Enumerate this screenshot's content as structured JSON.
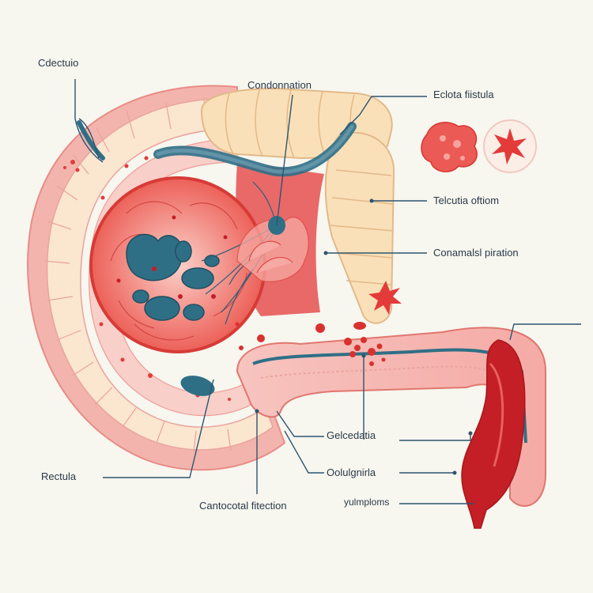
{
  "labels": {
    "cdectuio": "Cdectuio",
    "condonnation": "Condonnation",
    "eclota_fistula": "Eclota fiistula",
    "telcutia_oftiom": "Telcutia oftiom",
    "conamalsl_piration": "Conamalsl piration",
    "gelcedatia": "Gelcedatia",
    "oolulgnirla": "Oolulgnirla",
    "yulmploms": "yulmploms",
    "rectula": "Rectula",
    "cantocotal_fitection": "Cantocotal fitection"
  },
  "colors": {
    "background": "#f7f6ef",
    "tissue_pink": "#f4b7b3",
    "tissue_cream": "#fbe6d0",
    "red": "#e23c3c",
    "deep_red": "#c41f26",
    "teal": "#2f6f86",
    "leader_line": "#2d5570"
  }
}
